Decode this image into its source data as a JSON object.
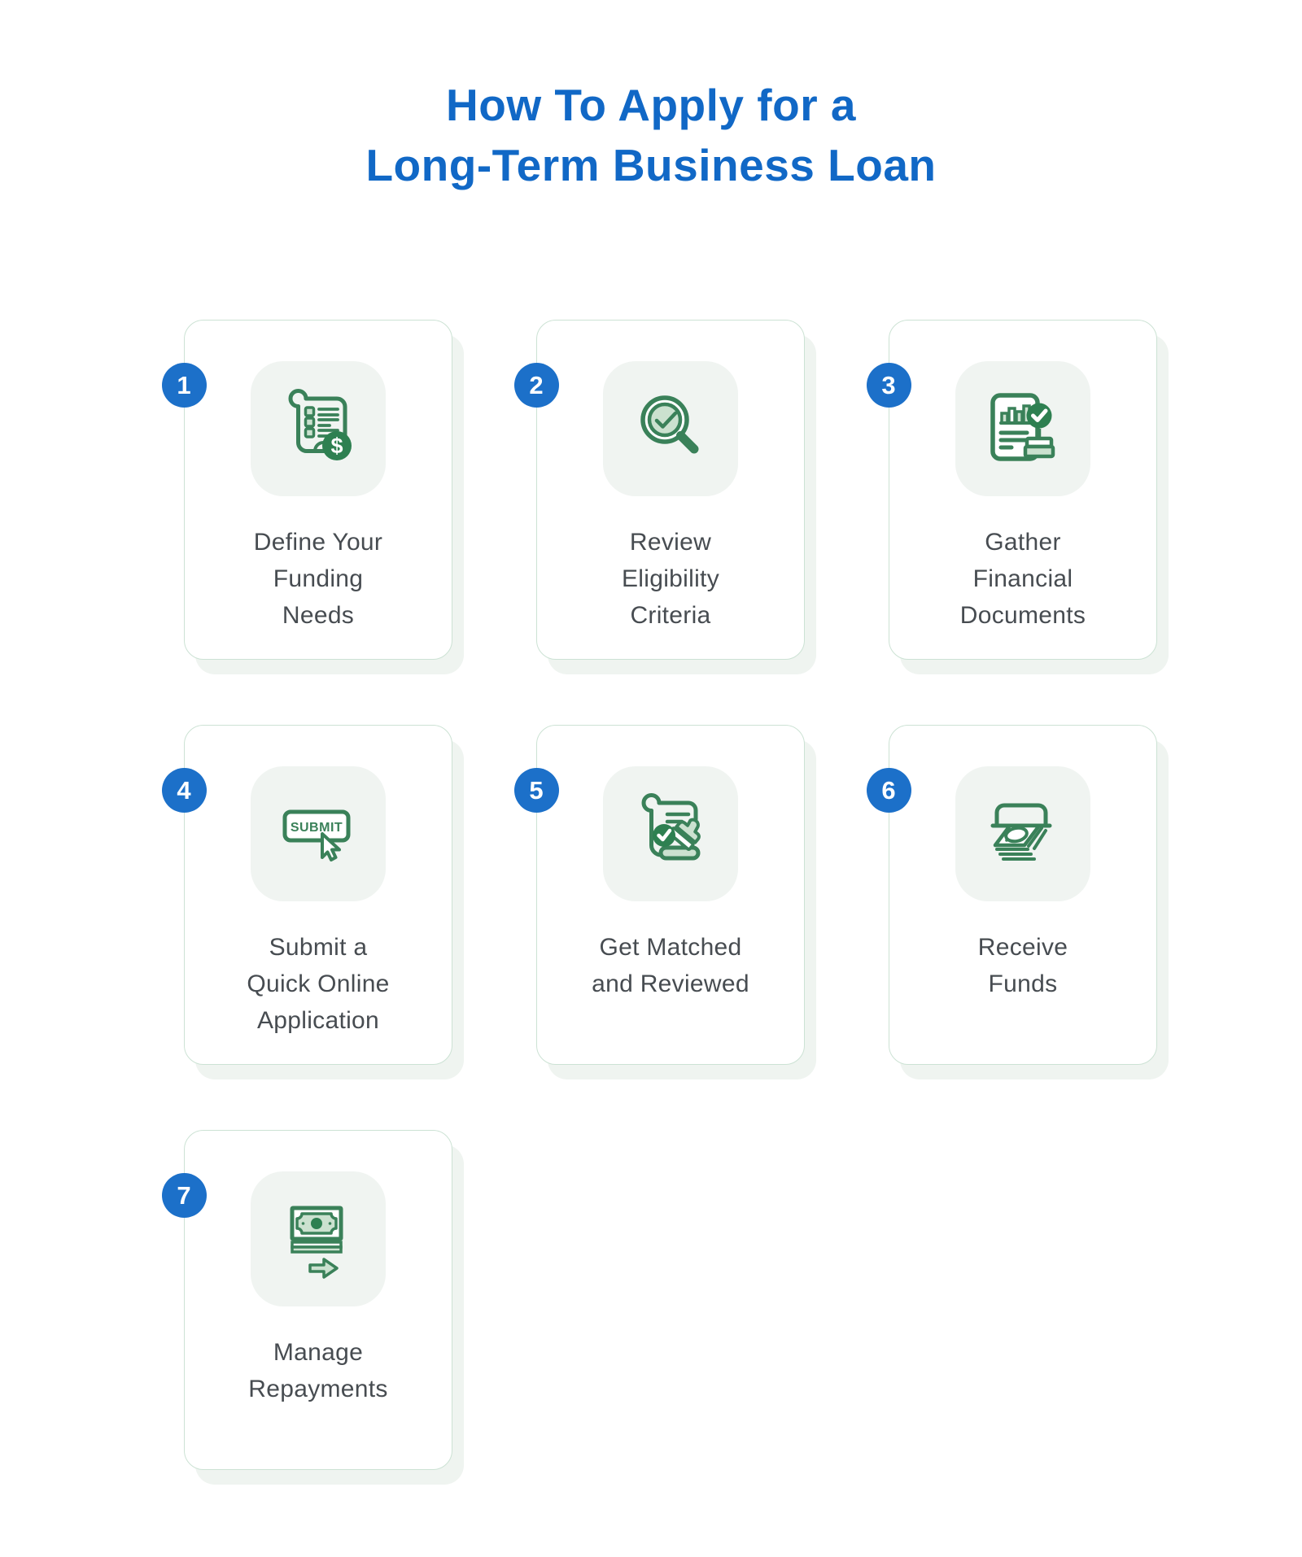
{
  "title": {
    "line1": "How To Apply for a",
    "line2": "Long-Term Business Loan"
  },
  "steps": [
    {
      "number": "1",
      "icon": "funding-needs-icon",
      "lines": [
        "Define Your",
        "Funding",
        "Needs"
      ]
    },
    {
      "number": "2",
      "icon": "eligibility-magnifier-icon",
      "lines": [
        "Review",
        "Eligibility",
        "Criteria"
      ]
    },
    {
      "number": "3",
      "icon": "financial-documents-icon",
      "lines": [
        "Gather",
        "Financial",
        "Documents"
      ]
    },
    {
      "number": "4",
      "icon": "submit-application-icon",
      "lines": [
        "Submit a",
        "Quick Online",
        "Application"
      ]
    },
    {
      "number": "5",
      "icon": "matched-reviewed-icon",
      "lines": [
        "Get Matched",
        "and Reviewed"
      ]
    },
    {
      "number": "6",
      "icon": "receive-funds-icon",
      "lines": [
        "Receive",
        "Funds"
      ]
    },
    {
      "number": "7",
      "icon": "manage-repayments-icon",
      "lines": [
        "Manage",
        "Repayments"
      ]
    }
  ],
  "icon_text": {
    "submit_label": "SUBMIT",
    "dollar": "$"
  },
  "colors": {
    "title_blue": "#1168C6",
    "badge_blue": "#1C70C9",
    "icon_green_stroke": "#3A8159",
    "icon_green_solid": "#2E8051",
    "icon_green_light": "#CBE1CF",
    "tile_background": "#F0F4F1",
    "card_border": "#CCE2D4",
    "card_shadow": "#EFF4F0",
    "label_gray": "#474C51"
  }
}
